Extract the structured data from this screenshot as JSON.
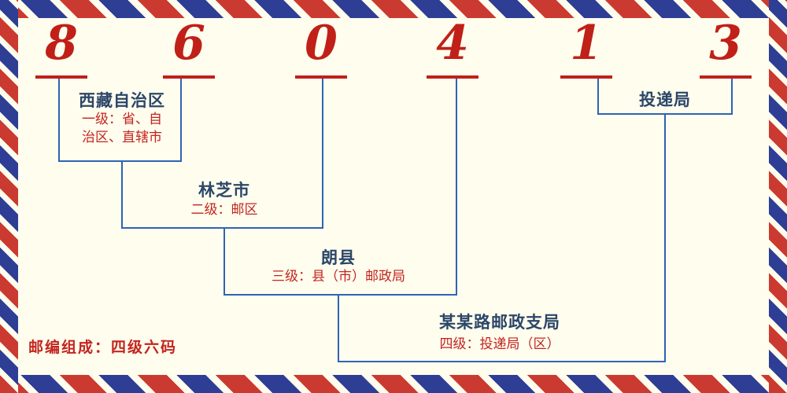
{
  "code": {
    "digits": [
      "8",
      "6",
      "0",
      "4",
      "1",
      "3"
    ]
  },
  "levels": {
    "level1": {
      "name": "西藏自治区",
      "desc_lines": [
        "一级：省、自",
        "治区、直辖市"
      ]
    },
    "level2": {
      "name": "林芝市",
      "desc": "二级：邮区"
    },
    "level3": {
      "name": "朗县",
      "desc": "三级：县（市）邮政局"
    },
    "level4": {
      "name": "某某路邮政支局",
      "desc": "四级：投递局（区）"
    },
    "delivery": {
      "name": "投递局"
    }
  },
  "footer": {
    "note": "邮编组成：四级六码"
  },
  "colors": {
    "background": "#fffdee",
    "digit_red": "#c02018",
    "label_navy": "#2b4668",
    "desc_red": "#c3251f",
    "line_blue": "#2e64b4",
    "stripe_red": "#cb3a30",
    "stripe_blue": "#2e3e95"
  }
}
